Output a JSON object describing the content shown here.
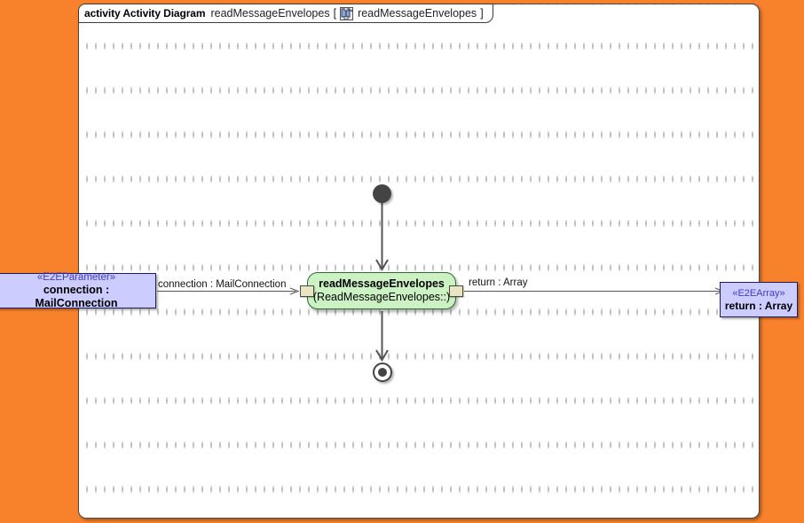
{
  "canvas": {
    "background_color": "#F8812C",
    "frame_background": "#FFFFFF",
    "grid": "dotted"
  },
  "frame_header": {
    "keyword": "activity Activity Diagram",
    "diagram_name": "readMessageEnvelopes",
    "bracket_open": "[",
    "icon": "activity-parameter-icon",
    "parameter_name": "readMessageEnvelopes",
    "bracket_close": "]"
  },
  "nodes": {
    "initial": {
      "name": "initial-node",
      "color": "#444444"
    },
    "final": {
      "name": "activity-final-node",
      "color": "#444444"
    },
    "action": {
      "title": "readMessageEnvelopes",
      "subtitle": "(ReadMessageEnvelopes::)",
      "fill_color": "#CCF2C4",
      "border_color": "#2F6B33"
    },
    "parameter_in": {
      "stereotype": "«E2EParameter»",
      "label": "connection : MailConnection",
      "fill_color": "#CCCCFF",
      "border_color": "#1B1B6E"
    },
    "parameter_out": {
      "stereotype": "«E2EArray»",
      "label": "return : Array",
      "fill_color": "#CCCCFF",
      "border_color": "#1B1B6E"
    }
  },
  "pins": {
    "input_pin": "input-pin",
    "output_pin": "output-pin",
    "fill_color": "#E8E4C4"
  },
  "edges": {
    "input_flow_label": "connection : MailConnection",
    "output_flow_label": "return : Array"
  }
}
